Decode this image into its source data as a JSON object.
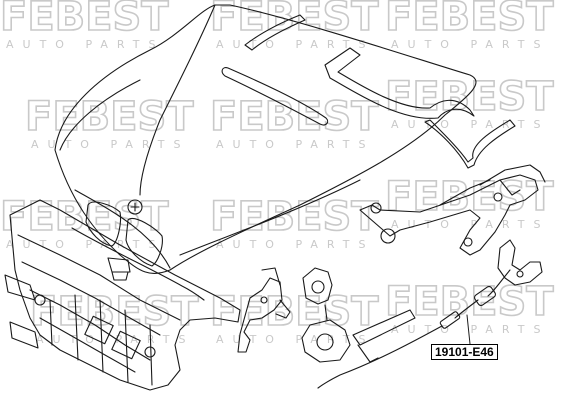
{
  "watermark": {
    "brand": "FEBEST",
    "subtitle": "AUTO PARTS"
  },
  "part_label": {
    "text": "19101-E46"
  },
  "colors": {
    "line": "#1a1a1a",
    "watermark": "#c9c9c9",
    "background": "#ffffff"
  }
}
